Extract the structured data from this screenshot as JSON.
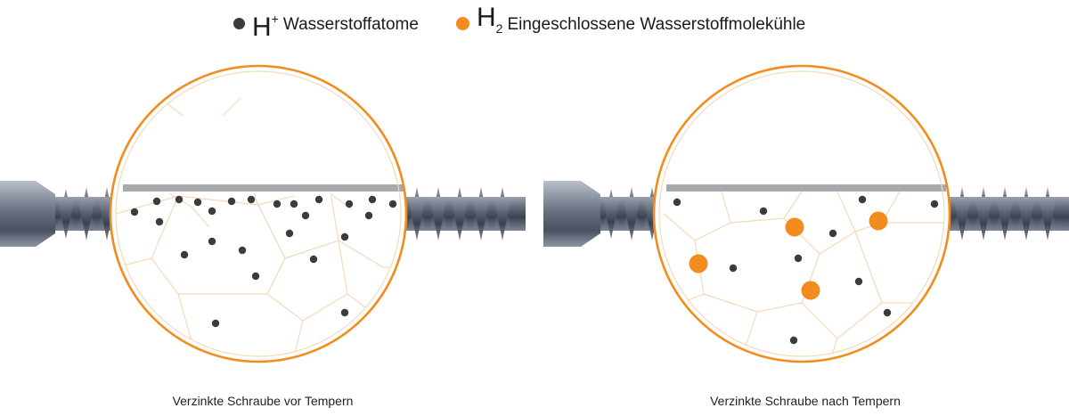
{
  "legend": {
    "atoms": {
      "symbol": "H",
      "superscript": "+",
      "label": "Wasserstoffatome",
      "color": "#3c3c3c"
    },
    "molecules": {
      "symbol": "H",
      "subscript": "2",
      "label": "Eingeschlossene Wasserstoffmolekühle",
      "color": "#f28c1e"
    }
  },
  "panels": [
    {
      "caption": "Verzinkte Schraube vor Tempern"
    },
    {
      "caption": "Verzinkte Schraube nach Tempern"
    }
  ],
  "colors": {
    "ring": "#f28c1e",
    "grain": "#f6d9b8",
    "zinc_layer": "#a9a9ab",
    "screw_steel": "#6b7383"
  }
}
